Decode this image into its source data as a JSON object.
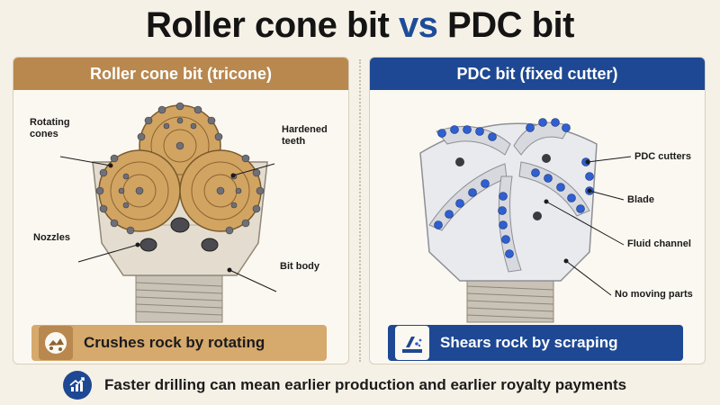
{
  "title": {
    "part1": "Roller cone bit ",
    "vs": "vs",
    "part2": " PDC bit"
  },
  "left_panel": {
    "heading": "Roller cone bit (tricone)",
    "callouts": {
      "rotating_cones": "Rotating\ncones",
      "hardened_teeth": "Hardened\nteeth",
      "nozzles": "Nozzles",
      "bit_body": "Bit body"
    },
    "summary": "Crushes rock by rotating",
    "summary_icon": "crushed-rock-icon"
  },
  "right_panel": {
    "heading": "PDC bit (fixed cutter)",
    "callouts": {
      "pdc_cutters": "PDC cutters",
      "blade": "Blade",
      "fluid_channel": "Fluid channel",
      "no_moving_parts": "No moving parts"
    },
    "summary": "Shears rock by scraping",
    "summary_icon": "scraping-icon"
  },
  "footer": {
    "text": "Faster drilling can mean earlier production and earlier royalty payments",
    "icon": "rising-chart-icon"
  },
  "colors": {
    "tan_header": "#b8884f",
    "tan_pill": "#d6a96d",
    "navy": "#1e4893",
    "cutter_blue": "#2f5fd0",
    "background": "#f6f1e6"
  }
}
